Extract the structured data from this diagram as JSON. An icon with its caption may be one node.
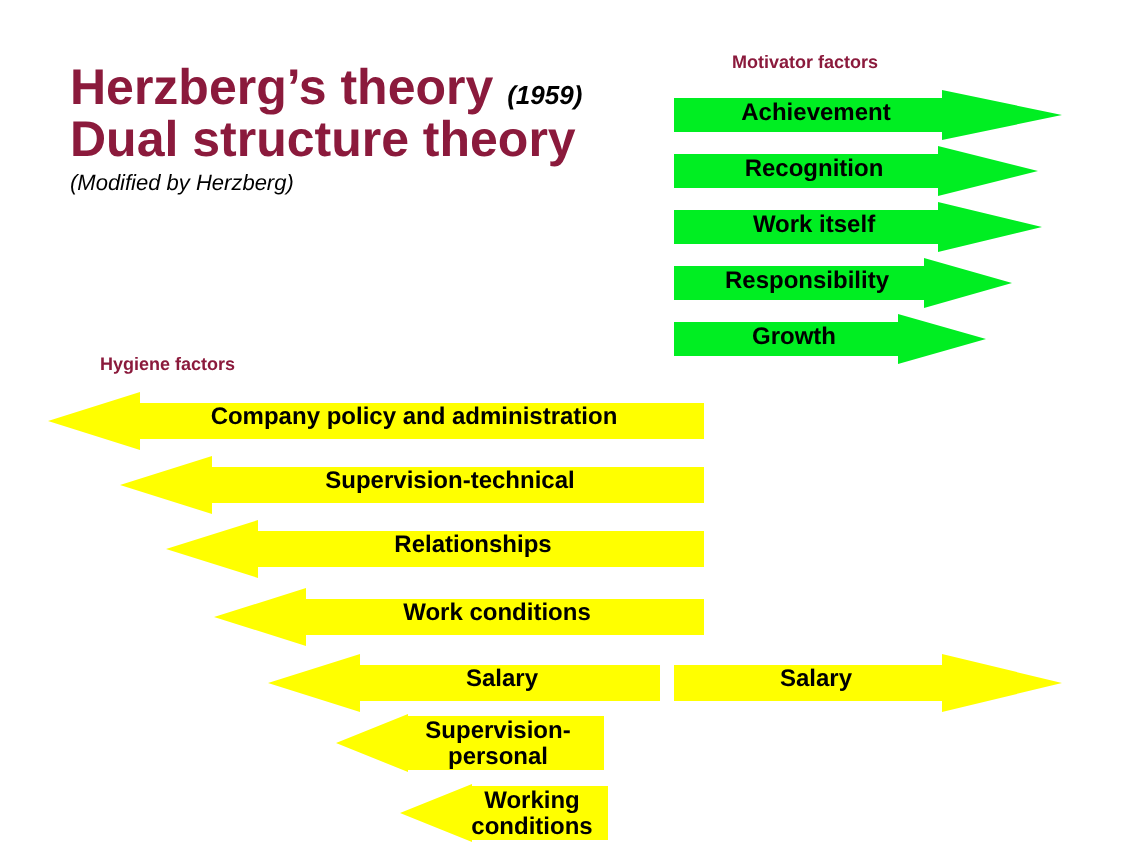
{
  "diagram": {
    "title": "Herzberg’s theory *(1959)*",
    "nodes": [
      {
        "text": [
          "Achievement"
        ]
      },
      {
        "text": [
          "Recognition"
        ]
      },
      {
        "text": [
          "Work itself"
        ]
      },
      {
        "text": [
          "Responsibility"
        ]
      },
      {
        "text": [
          "Growth"
        ]
      },
      {
        "text": [
          "Company policy and administration"
        ]
      },
      {
        "text": [
          "Supervision-technical"
        ]
      },
      {
        "text": [
          "Relationships"
        ]
      },
      {
        "text": [
          "Work conditions"
        ]
      },
      {
        "text": [
          "Salary"
        ]
      },
      {
        "text": [
          "Supervision-personal"
        ]
      },
      {
        "text": [
          "Working conditions"
        ]
      },
      {
        "text": [
          "Salary"
        ]
      }
    ],
    "labels": [
      "Dual structure theory",
      "(Modified by Herzberg)",
      "Motivator factors",
      "Hygiene factors"
    ]
  }
}
